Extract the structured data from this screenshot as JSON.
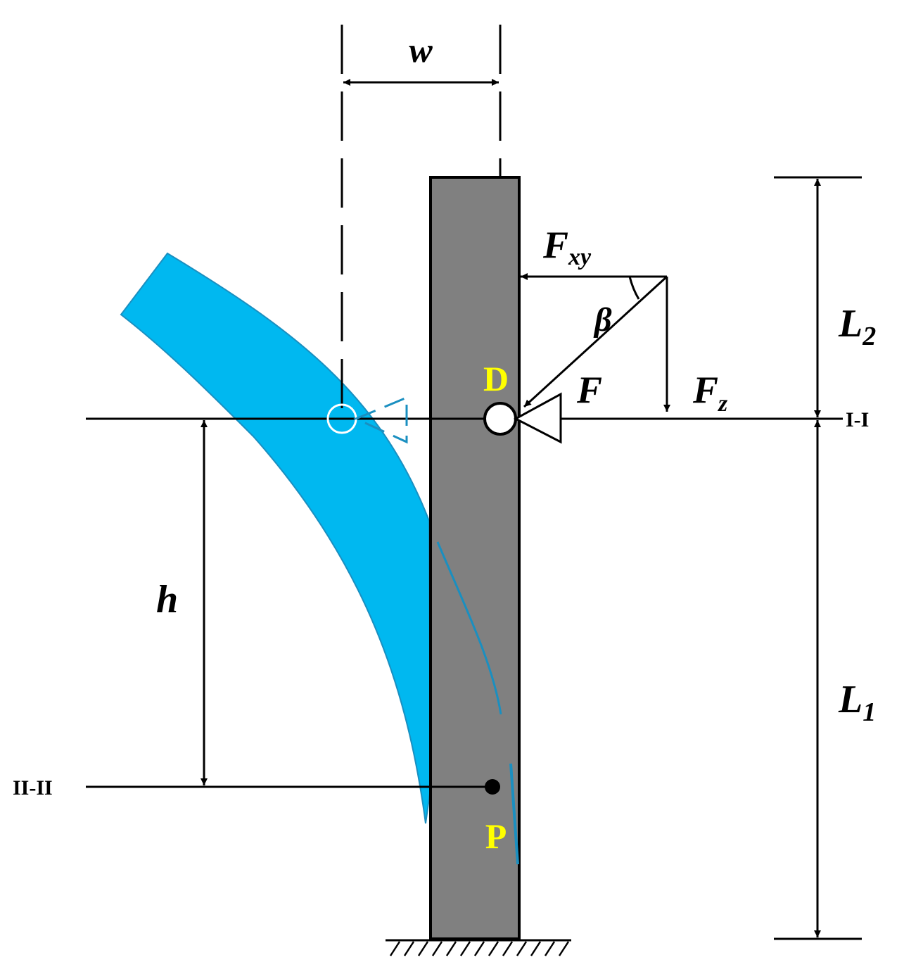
{
  "labels": {
    "w": "w",
    "L2_main": "L",
    "L2_sub": "2",
    "L1_main": "L",
    "L1_sub": "1",
    "h": "h",
    "Fxy_main": "F",
    "Fxy_sub": "xy",
    "beta": "β",
    "F": "F",
    "Fz_main": "F",
    "Fz_sub": "z",
    "D": "D",
    "P": "P",
    "section_1": "I-I",
    "section_2": "II-II"
  },
  "colors": {
    "blade_fill": "#00b8f0",
    "blade_line": "#1a8fc0",
    "column_fill": "#808080",
    "point_label": "#ffff00",
    "ink": "#000000"
  }
}
